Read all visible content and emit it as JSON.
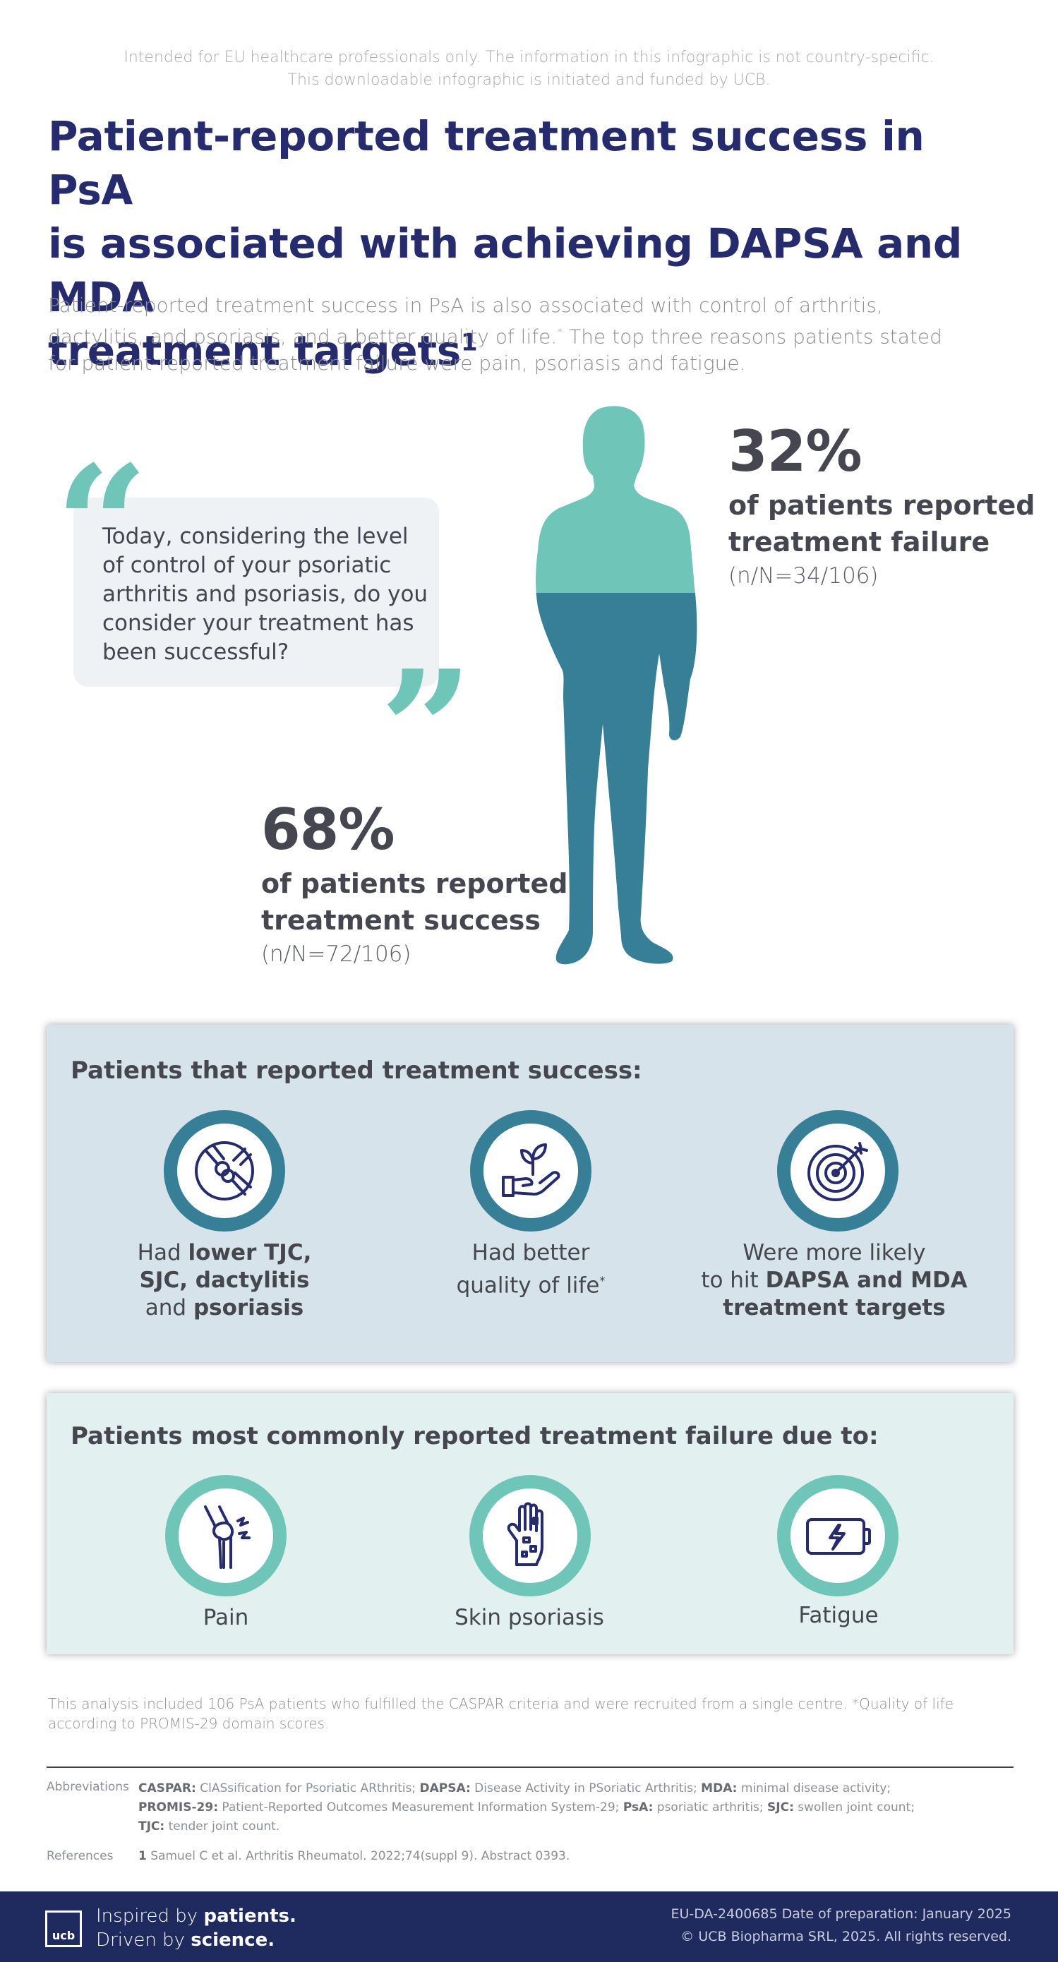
{
  "disclaimer": {
    "line1": "Intended for EU healthcare professionals only. The information in this infographic is not country-specific.",
    "line2": "This downloadable infographic is initiated and funded by UCB."
  },
  "title": {
    "line1": "Patient-reported treatment success in PsA",
    "line2": "is associated with achieving DAPSA and MDA",
    "line3": "treatment targets",
    "ref": "1"
  },
  "lead": {
    "part1": "Patient-reported treatment success in PsA is also associated with control of arthritis, dactylitis, and psoriasis, and a better quality of life.",
    "mark": "*",
    "part2": " The top three reasons patients stated for patient-reported treatment failure were pain, psoriasis and fatigue."
  },
  "quote": {
    "open": "“",
    "close": "”",
    "text": "Today, considering the level of control of your psoriatic arthritis and psoriasis, do you consider your treatment has been successful?"
  },
  "stats": {
    "failure": {
      "percent": "32%",
      "line1": "of patients reported",
      "line2": "treatment failure",
      "n": "(n/N=34/106)",
      "value": 32
    },
    "success": {
      "percent": "68%",
      "line1": "of patients reported",
      "line2": "treatment success",
      "n": "(n/N=72/106)",
      "value": 68
    }
  },
  "success_panel": {
    "title": "Patients that reported treatment success:",
    "item1": {
      "pre": "Had ",
      "b1": "lower TJC,",
      "b2": "SJC, dactylitis",
      "mid": "and ",
      "b3": "psoriasis",
      "icon": "joint-icon"
    },
    "item2": {
      "line1": "Had better",
      "line2": "quality of life",
      "mark": "*",
      "icon": "plant-in-hand-icon"
    },
    "item3": {
      "line1": "Were more likely",
      "pre": "to hit ",
      "b1": "DAPSA and MDA",
      "b2": "treatment targets",
      "icon": "target-icon"
    }
  },
  "failure_panel": {
    "title": "Patients most commonly reported treatment failure due to:",
    "item1": {
      "label": "Pain",
      "icon": "knee-pain-icon"
    },
    "item2": {
      "label": "Skin psoriasis",
      "icon": "hand-psoriasis-icon"
    },
    "item3": {
      "label": "Fatigue",
      "icon": "low-battery-icon"
    }
  },
  "footnote": "This analysis included 106 PsA patients who fulfilled the CASPAR criteria and were recruited from a single centre. *Quality of life according to PROMIS-29 domain scores.",
  "abbreviations": {
    "label": "Abbreviations",
    "items": [
      {
        "term": "CASPAR:",
        "def": " ClASsification for Psoriatic ARthritis; "
      },
      {
        "term": "DAPSA:",
        "def": " Disease Activity in PSoriatic Arthritis; "
      },
      {
        "term": "MDA:",
        "def": " minimal disease activity;"
      },
      {
        "term": "PROMIS-29:",
        "def": " Patient-Reported Outcomes Measurement Information System-29; "
      },
      {
        "term": "PsA:",
        "def": " psoriatic arthritis; "
      },
      {
        "term": "SJC:",
        "def": " swollen joint count;"
      },
      {
        "term": "TJC:",
        "def": " tender joint count."
      }
    ]
  },
  "references": {
    "label": "References",
    "num": "1",
    "text": " Samuel C et al. Arthritis Rheumatol. 2022;74(suppl 9). Abstract 0393."
  },
  "footer": {
    "logo": "ucb",
    "tag1_pre": "Inspired by ",
    "tag1_b": "patients.",
    "tag2_pre": "Driven by ",
    "tag2_b": "science.",
    "legal1": "EU-DA-2400685 Date of preparation: January 2025",
    "legal2": "© UCB Biopharma SRL, 2025. All rights reserved."
  },
  "colors": {
    "navy": "#262b6e",
    "teal": "#6ec5b8",
    "blue": "#367f96",
    "footer": "#1f2a5e"
  }
}
